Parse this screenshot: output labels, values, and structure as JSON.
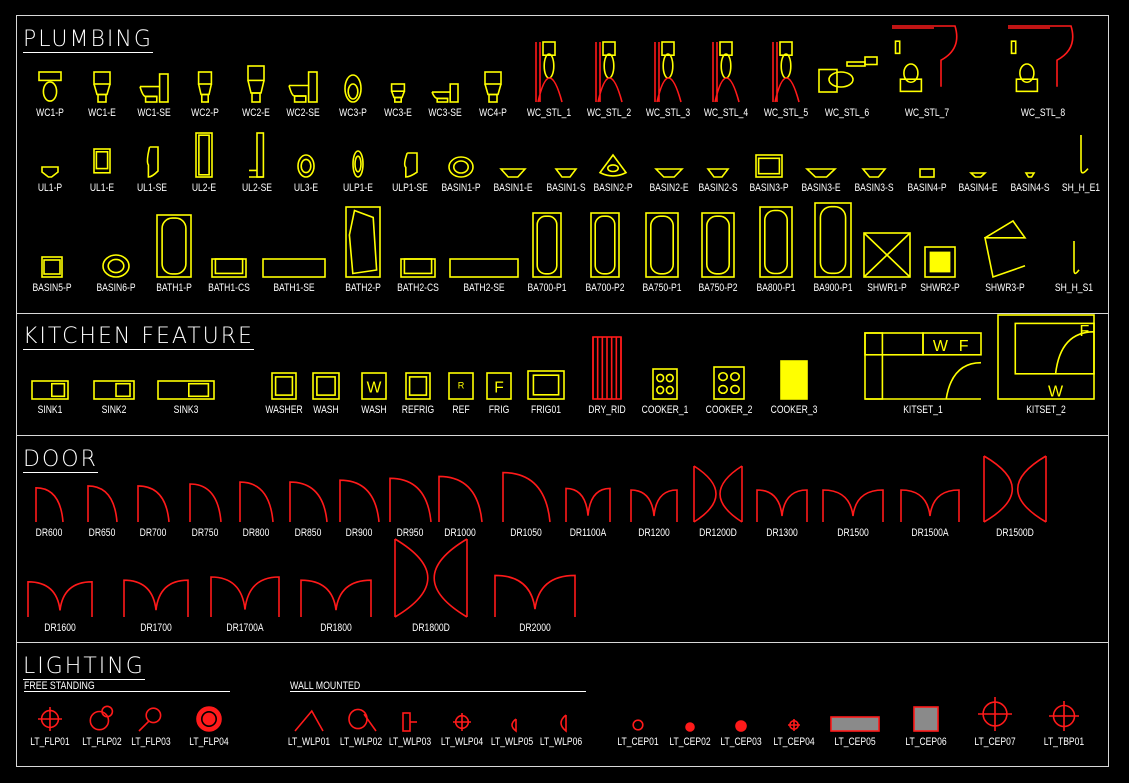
{
  "colors": {
    "yellow": "#ffff00",
    "red": "#ff1a1a",
    "white": "#ffffff",
    "grey": "#8a8a8a",
    "background": "#000000"
  },
  "sections": {
    "plumbing": {
      "title": "PLUMBING"
    },
    "kitchen": {
      "title": "KITCHEN FEATURE"
    },
    "door": {
      "title": "DOOR"
    },
    "lighting": {
      "title": "LIGHTING",
      "free_standing": "FREE STANDING",
      "wall_mounted": "WALL MOUNTED"
    }
  },
  "kitchen_glyphs": {
    "wash_w": "W",
    "ref_r": "R",
    "frig_f": "F",
    "kit_w": "W",
    "kit_f": "F"
  },
  "blocks": {
    "plumbing_row1": [
      "WC1-P",
      "WC1-E",
      "WC1-SE",
      "WC2-P",
      "WC2-E",
      "WC2-SE",
      "WC3-P",
      "WC3-E",
      "WC3-SE",
      "WC4-P",
      "WC_STL_1",
      "WC_STL_2",
      "WC_STL_3",
      "WC_STL_4",
      "WC_STL_5",
      "WC_STL_6",
      "WC_STL_7",
      "WC_STL_8"
    ],
    "plumbing_row2": [
      "UL1-P",
      "UL1-E",
      "UL1-SE",
      "UL2-E",
      "UL2-SE",
      "UL3-E",
      "ULP1-E",
      "ULP1-SE",
      "BASIN1-P",
      "BASIN1-E",
      "BASIN1-S",
      "BASIN2-P",
      "BASIN2-E",
      "BASIN2-S",
      "BASIN3-P",
      "BASIN3-E",
      "BASIN3-S",
      "BASIN4-P",
      "BASIN4-E",
      "BASIN4-S",
      "SH_H_E1"
    ],
    "plumbing_row3": [
      "BASIN5-P",
      "BASIN6-P",
      "BATH1-P",
      "BATH1-CS",
      "BATH1-SE",
      "BATH2-P",
      "BATH2-CS",
      "BATH2-SE",
      "BA700-P1",
      "BA700-P2",
      "BA750-P1",
      "BA750-P2",
      "BA800-P1",
      "BA900-P1",
      "SHWR1-P",
      "SHWR2-P",
      "SHWR3-P",
      "SH_H_S1"
    ],
    "kitchen": [
      "SINK1",
      "SINK2",
      "SINK3",
      "WASHER",
      "WASH",
      "WASH",
      "REFRIG",
      "REF",
      "FRIG",
      "FRIG01",
      "DRY_RID",
      "COOKER_1",
      "COOKER_2",
      "COOKER_3",
      "KITSET_1",
      "KITSET_2"
    ],
    "door_row1": [
      "DR600",
      "DR650",
      "DR700",
      "DR750",
      "DR800",
      "DR850",
      "DR900",
      "DR950",
      "DR1000",
      "DR1050",
      "DR1100A",
      "DR1200",
      "DR1200D",
      "DR1300",
      "DR1500",
      "DR1500A",
      "DR1500D"
    ],
    "door_row2": [
      "DR1600",
      "DR1700",
      "DR1700A",
      "DR1800",
      "DR1800D",
      "DR2000"
    ],
    "lighting": [
      "LT_FLP01",
      "LT_FLP02",
      "LT_FLP03",
      "LT_FLP04",
      "LT_WLP01",
      "LT_WLP02",
      "LT_WLP03",
      "LT_WLP04",
      "LT_WLP05",
      "LT_WLP06",
      "LT_CEP01",
      "LT_CEP02",
      "LT_CEP03",
      "LT_CEP04",
      "LT_CEP05",
      "LT_CEP06",
      "LT_CEP07",
      "LT_TBP01"
    ]
  }
}
